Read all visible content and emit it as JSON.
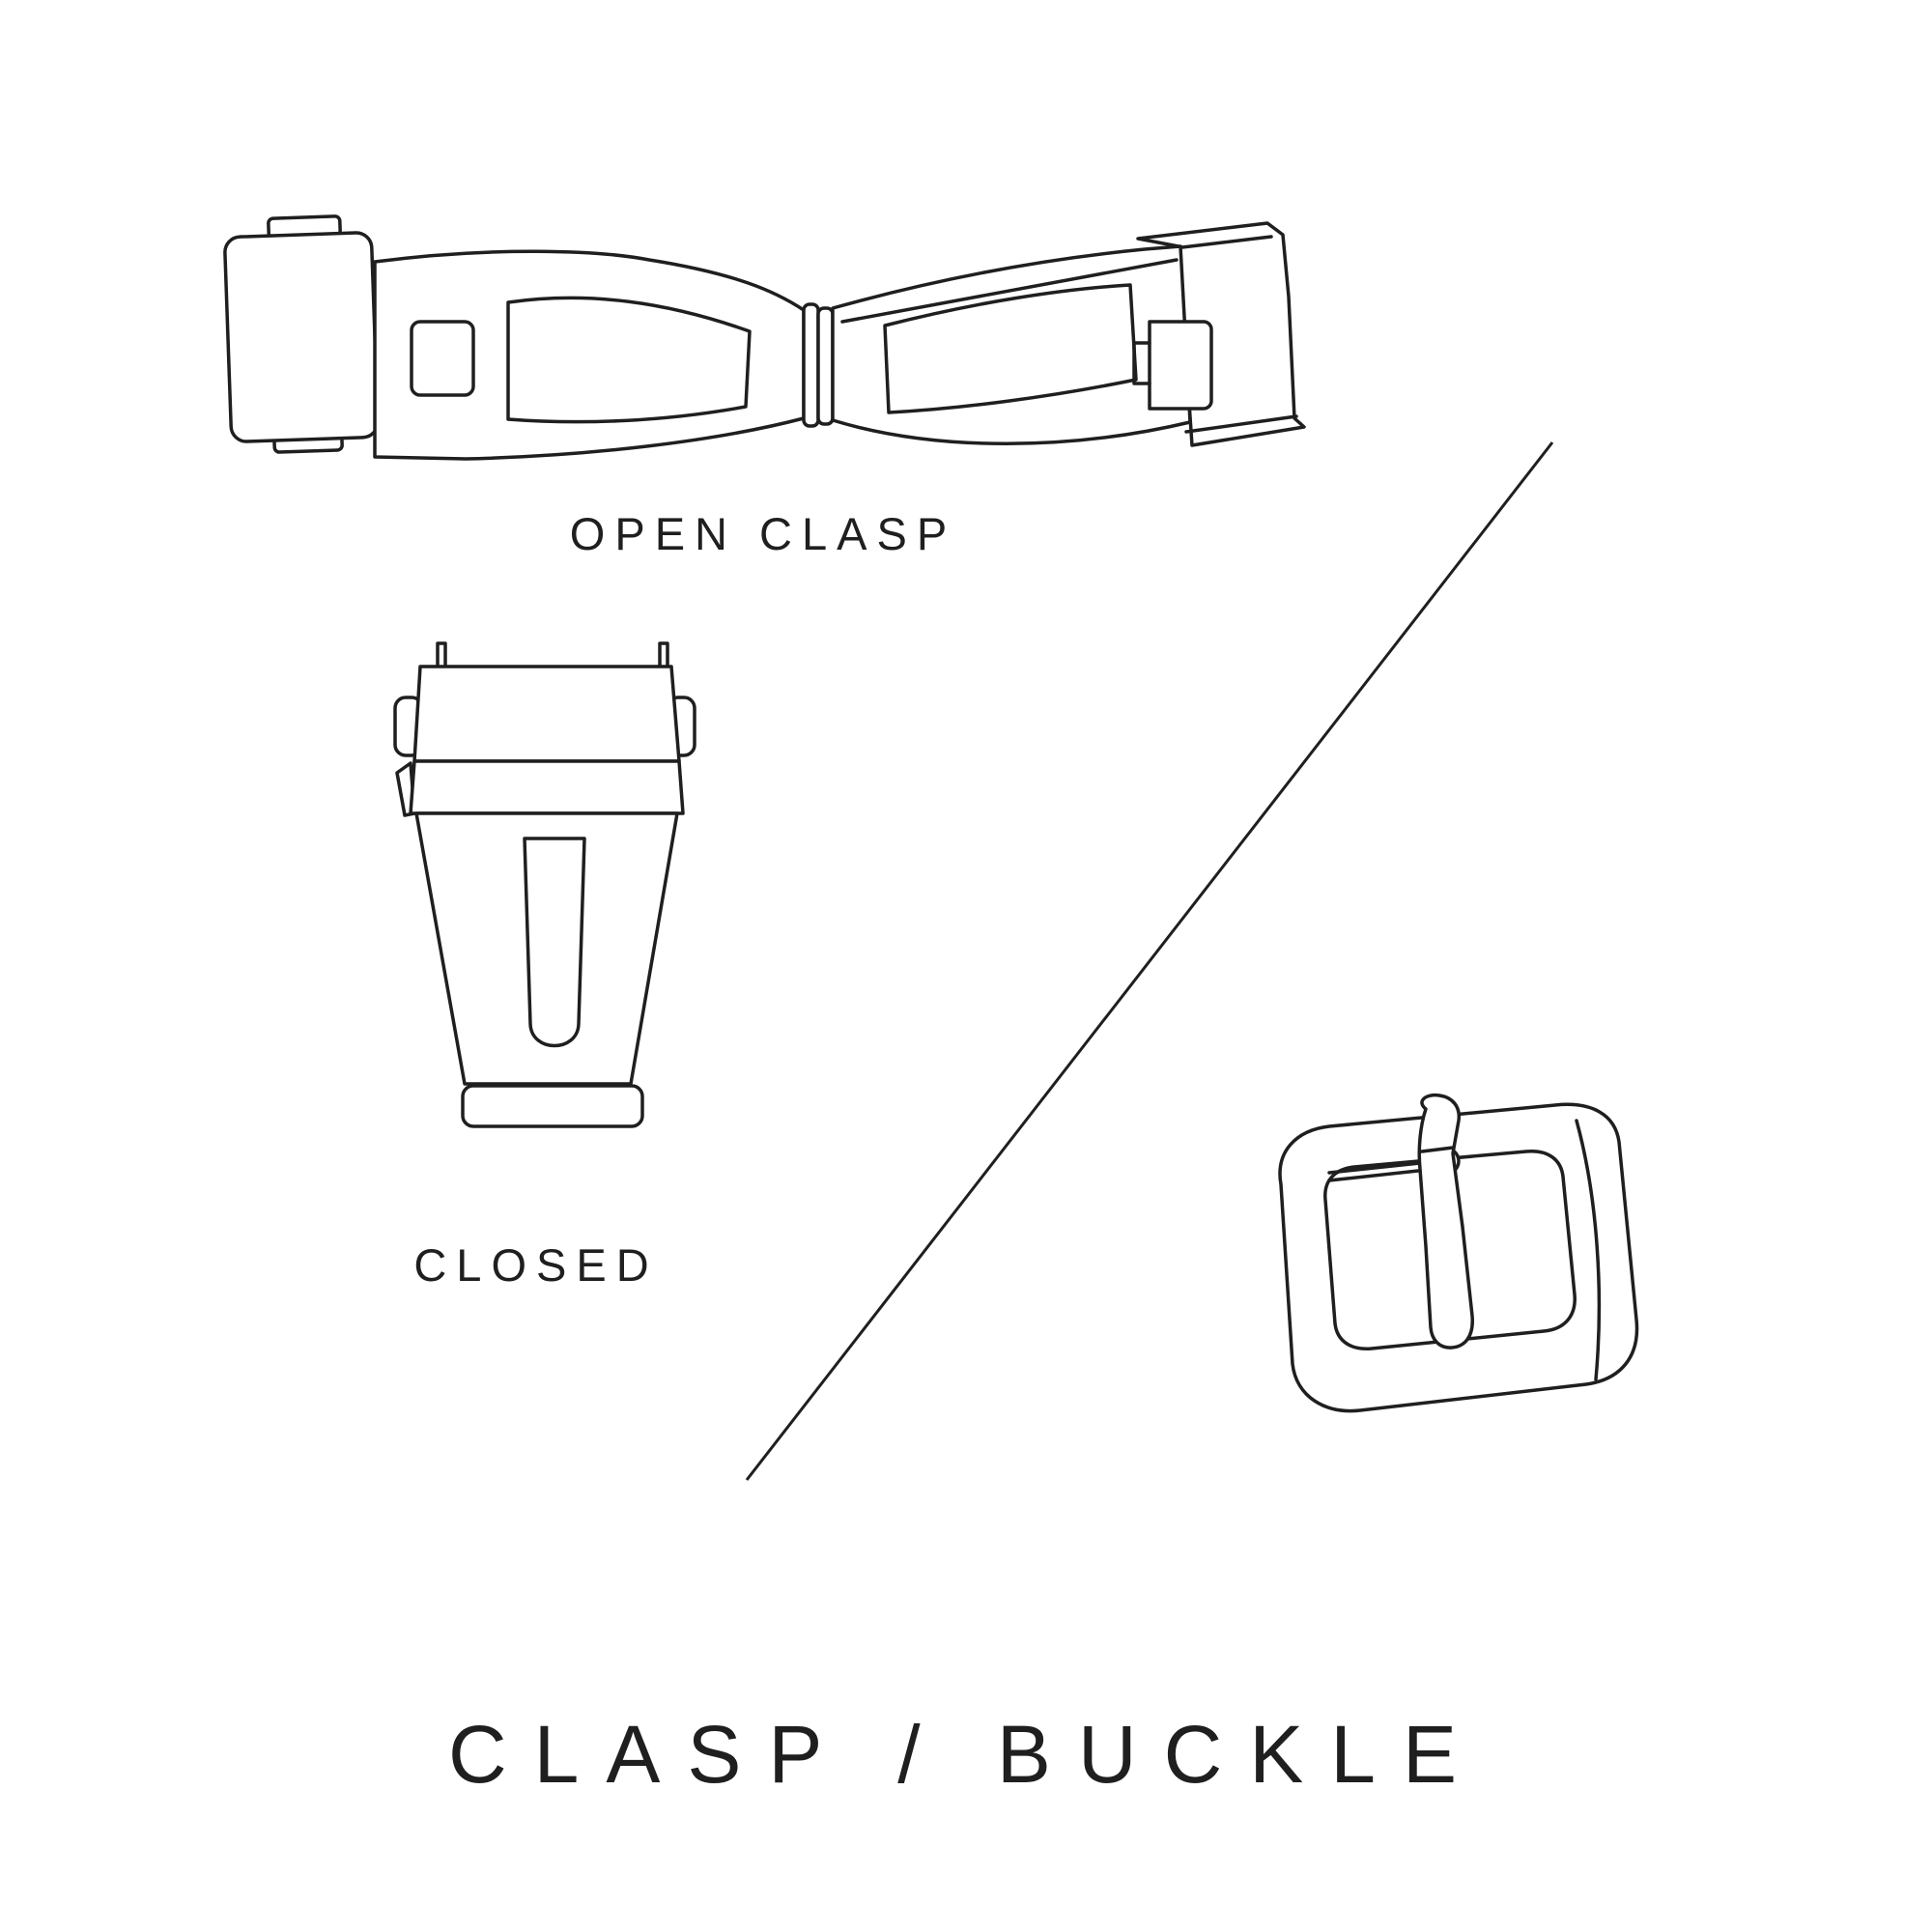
{
  "page": {
    "background_color": "#ffffff",
    "line_color": "#1f1f1f"
  },
  "labels": {
    "open_clasp": "OPEN CLASP",
    "closed": "CLOSED",
    "title": "CLASP / BUCKLE"
  },
  "illustrations": [
    {
      "name": "open-clasp-illustration",
      "caption": "OPEN CLASP"
    },
    {
      "name": "closed-clasp-illustration",
      "caption": "CLOSED"
    },
    {
      "name": "tang-buckle-illustration",
      "caption": ""
    }
  ],
  "divider": {
    "name": "diagonal-divider-line"
  }
}
